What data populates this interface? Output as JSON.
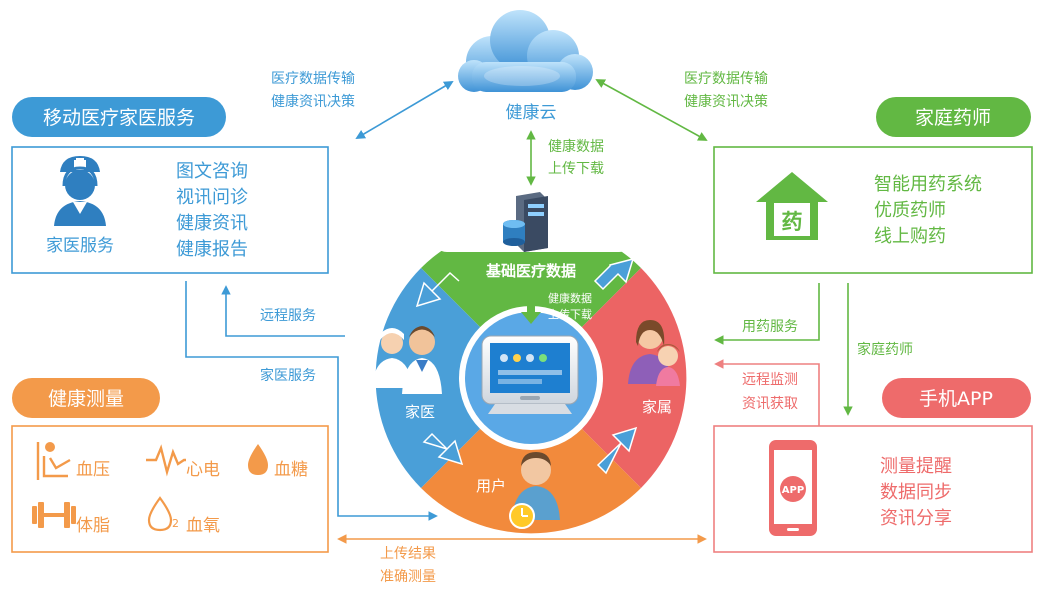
{
  "colors": {
    "blue": "#3d9ad6",
    "green": "#62b843",
    "orange": "#f39a4a",
    "red": "#ee6b6b",
    "pink": "#ee8080",
    "wheel_blue": "#4a9fd8",
    "wheel_green": "#62b843",
    "wheel_orange": "#f28a3c",
    "wheel_red": "#ec6464",
    "center": "#5aa8e6"
  },
  "cloud": {
    "label": "健康云"
  },
  "links": {
    "top_left": [
      "医疗数据传输",
      "健康资讯决策"
    ],
    "top_right": [
      "医疗数据传输",
      "健康资讯决策"
    ],
    "cloud_down": [
      "健康数据",
      "上传下载"
    ],
    "center": [
      "健康数据",
      "上传下载"
    ],
    "remote_service": "远程服务",
    "doctor_service": "家医服务",
    "medication_service": "用药服务",
    "family_pharmacist": "家庭药师",
    "remote_monitor": [
      "远程监测",
      "资讯获取"
    ],
    "bottom": [
      "上传结果",
      "准确测量"
    ]
  },
  "panels": {
    "mobile": {
      "title": "移动医疗家医服务",
      "subtitle": "家医服务",
      "items": [
        "图文咨询",
        "视讯问诊",
        "健康资讯",
        "健康报告"
      ]
    },
    "pharmacist": {
      "title": "家庭药师",
      "icon_char": "药",
      "items": [
        "智能用药系统",
        "优质药师",
        "线上购药"
      ]
    },
    "measure": {
      "title": "健康测量",
      "items": [
        "血压",
        "心电",
        "血糖",
        "体脂",
        "血氧"
      ],
      "oxygen_sub": "2"
    },
    "app": {
      "title": "手机APP",
      "icon_label": "APP",
      "items": [
        "测量提醒",
        "数据同步",
        "资讯分享"
      ]
    }
  },
  "wheel": {
    "top": "基础医疗数据",
    "left": "家医",
    "right": "家属",
    "bottom": "用户"
  }
}
